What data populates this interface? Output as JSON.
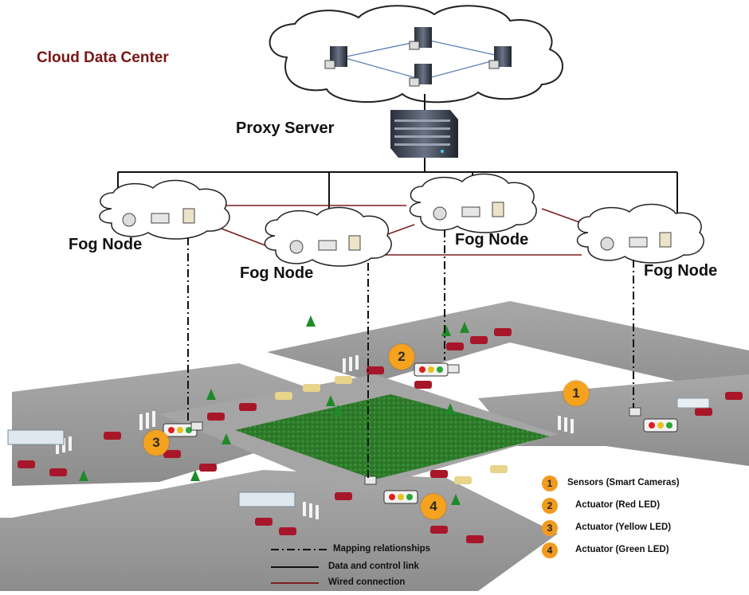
{
  "title": "Cloud Data Center",
  "proxy_label": "Proxy Server",
  "fog_nodes": [
    {
      "label": "Fog Node"
    },
    {
      "label": "Fog Node"
    },
    {
      "label": "Fog Node"
    },
    {
      "label": "Fog Node"
    }
  ],
  "legend_items": [
    {
      "number": "1",
      "label": "Sensors (Smart Cameras)"
    },
    {
      "number": "2",
      "label": "Actuator (Red LED)"
    },
    {
      "number": "3",
      "label": "Actuator (Yellow LED)"
    },
    {
      "number": "4",
      "label": "Actuator (Green LED)"
    }
  ],
  "map_badges": [
    "1",
    "2",
    "3",
    "4"
  ],
  "line_legend": [
    {
      "style": "dash-dot",
      "label": "Mapping relationships"
    },
    {
      "style": "solid-black",
      "label": "Data and control link"
    },
    {
      "style": "solid-red",
      "label": "Wired connection"
    }
  ],
  "colors": {
    "title": "#7a1416",
    "badge": "#f29a1e",
    "road": "#9a9a9a",
    "park": "#2f7d2c",
    "wired": "#7a1e1e",
    "data_link": "#111111"
  }
}
